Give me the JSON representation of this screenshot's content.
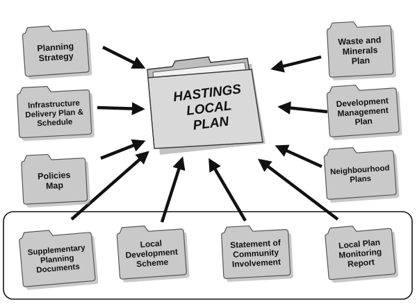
{
  "center": {
    "lines": [
      "HASTINGS",
      "LOCAL",
      "PLAN"
    ]
  },
  "documents": [
    {
      "id": "planning-strategy",
      "lines": [
        "Planning",
        "Strategy"
      ]
    },
    {
      "id": "infrastructure-delivery-plan",
      "lines": [
        "Infrastructure",
        "Delivery Plan &",
        "Schedule"
      ]
    },
    {
      "id": "policies-map",
      "lines": [
        "Policies",
        "Map"
      ]
    },
    {
      "id": "waste-and-minerals-plan",
      "lines": [
        "Waste and",
        "Minerals",
        "Plan"
      ]
    },
    {
      "id": "development-management-plan",
      "lines": [
        "Development",
        "Management",
        "Plan"
      ]
    },
    {
      "id": "neighbourhood-plans",
      "lines": [
        "Neighbourhood",
        "Plans"
      ]
    },
    {
      "id": "supplementary-planning-documents",
      "lines": [
        "Supplementary",
        "Planning",
        "Documents"
      ]
    },
    {
      "id": "local-development-scheme",
      "lines": [
        "Local",
        "Development",
        "Scheme"
      ]
    },
    {
      "id": "statement-of-community-involvement",
      "lines": [
        "Statement of",
        "Community",
        "Involvement"
      ]
    },
    {
      "id": "local-plan-monitoring-report",
      "lines": [
        "Local Plan",
        "Monitoring",
        "Report"
      ]
    }
  ],
  "colors": {
    "card_fill": "#c9c9c9",
    "card_stroke": "#555555",
    "folder_fill": "#d9d9d9",
    "folder_back": "#bdbdbd",
    "arrow": "#111111",
    "shadow": "#9a9a9a"
  }
}
